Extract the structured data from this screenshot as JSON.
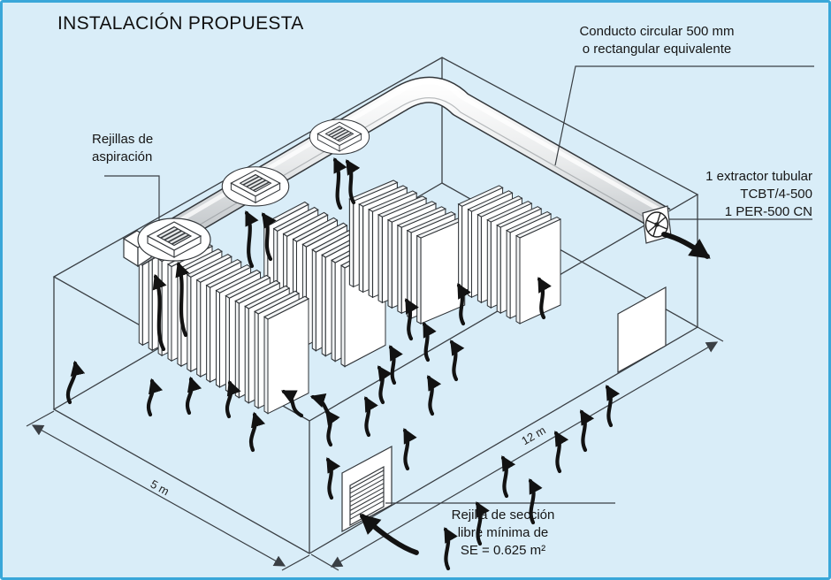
{
  "title": "INSTALACIÓN PROPUESTA",
  "labels": {
    "duct": {
      "line1": "Conducto circular 500 mm",
      "line2": "o rectangular equivalente"
    },
    "grilles": {
      "line1": "Rejillas de",
      "line2": "aspiración"
    },
    "extractor": {
      "line1": "1 extractor tubular",
      "line2": "TCBT/4-500",
      "line3": "1 PER-500 CN"
    },
    "inlet_grille": {
      "line1": "Rejilla de sección",
      "line2": "libre mínima de",
      "line3": "SE = 0.625 m²"
    }
  },
  "dimensions": {
    "width": "5 m",
    "length": "12 m"
  },
  "colors": {
    "background": "#d9edf8",
    "border": "#3aa7d9",
    "line": "#3a3f44",
    "arrow": "#121212",
    "duct_light": "#f8f9fa",
    "duct_dark": "#b7bcc0"
  }
}
